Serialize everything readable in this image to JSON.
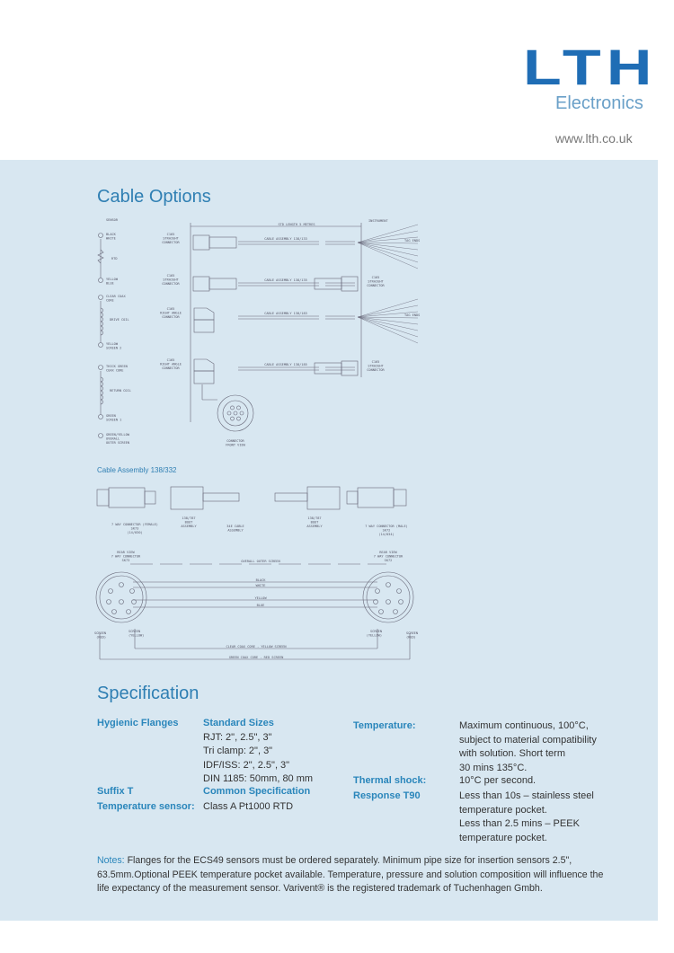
{
  "brand": {
    "logo": "LTH",
    "subtitle": "Electronics",
    "url": "www.lth.co.uk",
    "color": "#1f6db5"
  },
  "cable_options": {
    "title": "Cable Options",
    "sensor": {
      "heading": "SENSOR",
      "items": [
        [
          "BLACK",
          "WHITE"
        ],
        [
          "RTD"
        ],
        [
          "YELLOW",
          "BLUE"
        ],
        [
          "CLEAR COAX",
          "CORE"
        ],
        [
          "DRIVE COIL"
        ],
        [
          "YELLOW",
          "SCREEN 2"
        ],
        [
          "THICK GREEN",
          "COAX CORE"
        ],
        [
          "RETURN COIL"
        ],
        [
          "GREEN",
          "SCREEN 1"
        ],
        [
          "GREEN/YELLOW",
          "OVERALL",
          "OUTER SCREEN"
        ]
      ]
    },
    "std_length": "STD LENGTH 5 METRES",
    "instrument": "INSTRUMENT",
    "tag_ends": "TAG ENDS",
    "rows": [
      {
        "left": [
          "C165",
          "STRAIGHT",
          "CONNECTOR"
        ],
        "cable": "CABLE ASSEMBLY 138/133",
        "right": null
      },
      {
        "left": [
          "C165",
          "STRAIGHT",
          "CONNECTOR"
        ],
        "cable": "CABLE ASSEMBLY 138/135",
        "right": [
          "C165",
          "STRAIGHT",
          "CONNECTOR"
        ]
      },
      {
        "left": [
          "C165",
          "RIGHT ANGLE",
          "CONNECTOR"
        ],
        "cable": "CABLE ASSEMBLY 138/183",
        "right": null
      },
      {
        "left": [
          "C165",
          "RIGHT ANGLE",
          "CONNECTOR"
        ],
        "cable": "CABLE ASSEMBLY 138/185",
        "right": [
          "C165",
          "STRAIGHT",
          "CONNECTOR"
        ]
      }
    ],
    "front_view": [
      "CONNECTOR",
      "FRONT VIEW"
    ]
  },
  "assembly": {
    "title": "Cable Assembly 138/332",
    "left_connector": [
      "7 WAY CONNECTOR (FEMALE)",
      "SK73",
      "(14/030)"
    ],
    "boot": [
      "138/787",
      "BOOT",
      "ASSEMBLY"
    ],
    "cable": [
      "34E CABLE",
      "ASSEMBLY"
    ],
    "right_connector": [
      "7 WAY CONNECTOR (MALE)",
      "SK72",
      "(14/034)"
    ],
    "rear_view_left": [
      "REAR VIEW",
      "7 WAY CONNECTOR",
      "SK73"
    ],
    "rear_view_right": [
      "REAR VIEW",
      "7 WAY CONNECTOR",
      "SK72"
    ],
    "outer_screen": "OVERALL OUTER SCREEN",
    "wires": [
      "BLACK",
      "WHITE",
      "YELLOW",
      "BLUE"
    ],
    "screen_red": [
      "SCREEN",
      "(RED)"
    ],
    "screen_yellow": [
      "SCREEN",
      "(YELLOW)"
    ],
    "coax1": "CLEAR COAX CORE - YELLOW SCREEN",
    "coax2": "GREEN COAX CORE - RED SCREEN"
  },
  "specification": {
    "title": "Specification",
    "hygienic_flanges": "Hygienic Flanges",
    "standard_sizes": "Standard Sizes",
    "sizes": [
      "RJT: 2\", 2.5\", 3\"",
      "Tri clamp: 2\", 3\"",
      "IDF/ISS: 2\", 2.5\", 3\"",
      "DIN 1185: 50mm, 80 mm"
    ],
    "suffix": "Suffix T",
    "common": "Common Specification",
    "temp_sensor_label": "Temperature sensor:",
    "temp_sensor_value": "Class A Pt1000 RTD",
    "temperature_label": "Temperature:",
    "temperature_value": [
      "Maximum continuous, 100°C,",
      "subject to material compatibility",
      "with solution. Short term",
      "30 mins 135°C."
    ],
    "thermal_label": "Thermal shock:",
    "thermal_value": "10°C per second.",
    "response_label": "Response T90",
    "response_value": [
      "Less than 10s – stainless steel",
      "temperature pocket.",
      "Less than 2.5 mins – PEEK",
      "temperature pocket."
    ]
  },
  "notes": {
    "label": "Notes:",
    "text": " Flanges for the ECS49 sensors must be ordered separately. Minimum pipe size for insertion sensors 2.5\", 63.5mm.Optional PEEK temperature pocket available. Temperature, pressure and solution composition will influence the life expectancy of the measurement sensor. Varivent® is the registered trademark of Tuchenhagen Gmbh."
  }
}
